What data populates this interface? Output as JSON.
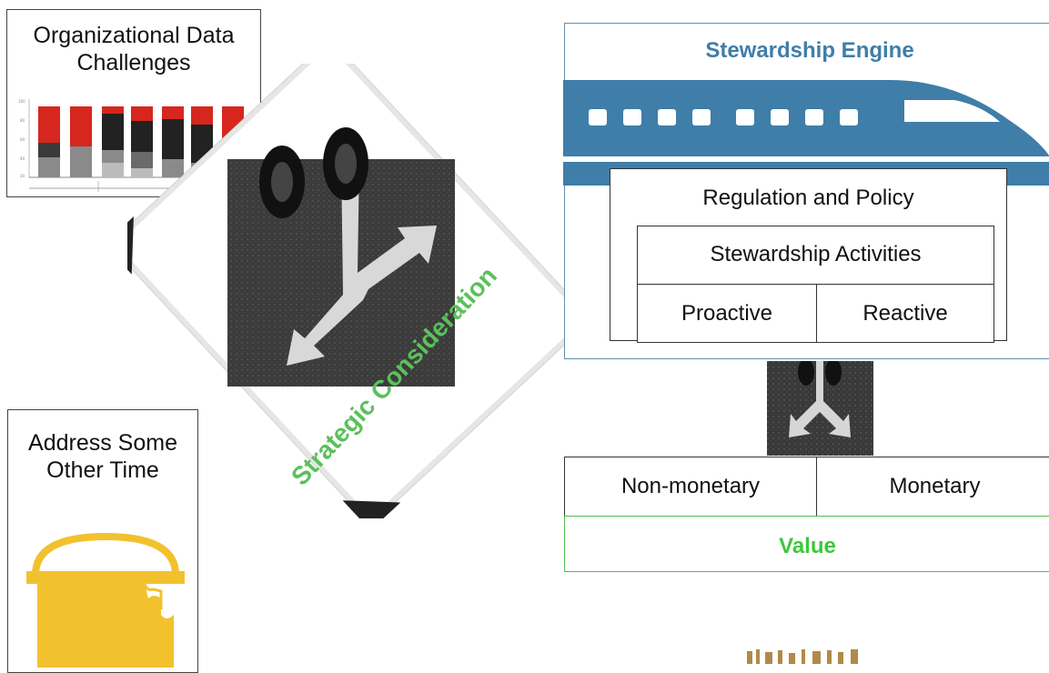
{
  "cards": {
    "org_data_challenges": {
      "title": "Organizational Data Challenges"
    },
    "address_later": {
      "title": "Address Some Other Time"
    }
  },
  "strategic": {
    "caption": "Strategic Consideration"
  },
  "engine": {
    "title": "Stewardship Engine",
    "regulation": "Regulation and Policy",
    "activities": "Stewardship Activities",
    "proactive": "Proactive",
    "reactive": "Reactive"
  },
  "value": {
    "non_monetary": "Non-monetary",
    "monetary": "Monetary",
    "label": "Value"
  },
  "colors": {
    "engine_blue": "#3f7ea8",
    "value_green": "#3cc83c",
    "caption_green": "#5cc05c",
    "bucket_yellow": "#f2c12e",
    "chart_red": "#d7261e"
  },
  "icons": [
    "train-icon",
    "paint-bucket-icon",
    "crossroads-photo",
    "stacked-bar-thumbnail"
  ]
}
